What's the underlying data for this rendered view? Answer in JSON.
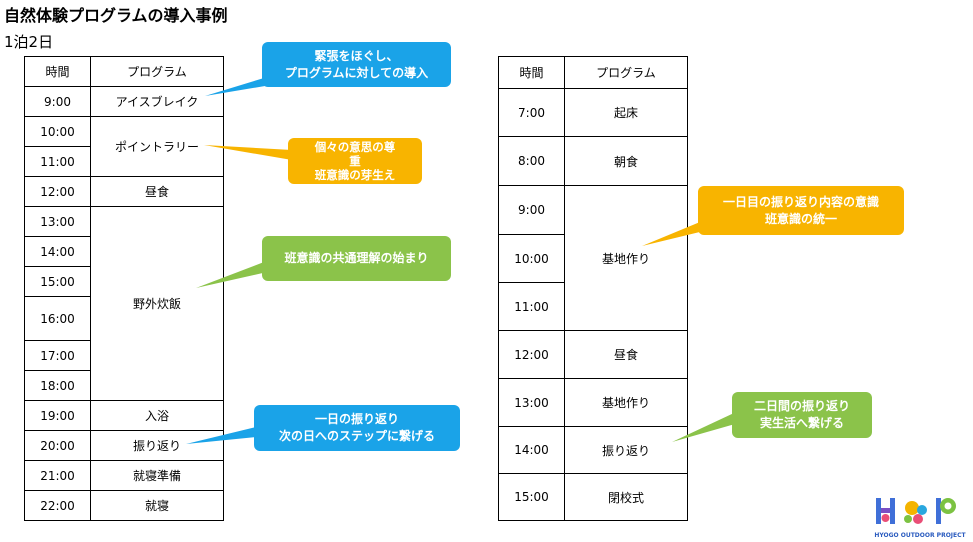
{
  "title": "自然体験プログラムの導入事例",
  "subtitle": "1泊2日",
  "colors": {
    "blue": "#1aa3e8",
    "orange": "#f8b400",
    "green": "#8bc34a"
  },
  "left_table": {
    "headers": [
      "時間",
      "プログラム"
    ],
    "times": [
      "9:00",
      "10:00",
      "11:00",
      "12:00",
      "13:00",
      "14:00",
      "15:00",
      "16:00",
      "17:00",
      "18:00",
      "19:00",
      "20:00",
      "21:00",
      "22:00"
    ],
    "programs": [
      "アイスブレイク",
      "ポイントラリー",
      "昼食",
      "野外炊飯",
      "入浴",
      "振り返り",
      "就寝準備",
      "就寝"
    ]
  },
  "right_table": {
    "headers": [
      "時間",
      "プログラム"
    ],
    "times": [
      "7:00",
      "8:00",
      "9:00",
      "10:00",
      "11:00",
      "12:00",
      "13:00",
      "14:00",
      "15:00"
    ],
    "programs": [
      "起床",
      "朝食",
      "基地作り",
      "昼食",
      "基地作り",
      "振り返り",
      "閉校式"
    ]
  },
  "callouts": [
    {
      "text": "緊張をほぐし、\nプログラムに対しての導入",
      "color": "blue"
    },
    {
      "text": "個々の意思の尊\n重\n班意識の芽生え",
      "color": "orange"
    },
    {
      "text": "班意識の共通理解の始まり",
      "color": "green"
    },
    {
      "text": "一日の振り返り\n次の日へのステップに繋げる",
      "color": "blue"
    },
    {
      "text": "一日目の振り返り内容の意識\n班意識の統一",
      "color": "orange"
    },
    {
      "text": "二日間の振り返り\n実生活へ繋げる",
      "color": "green"
    }
  ],
  "logo": {
    "text": "HYOGO OUTDOOR PROJECT",
    "mark": "HOP"
  }
}
